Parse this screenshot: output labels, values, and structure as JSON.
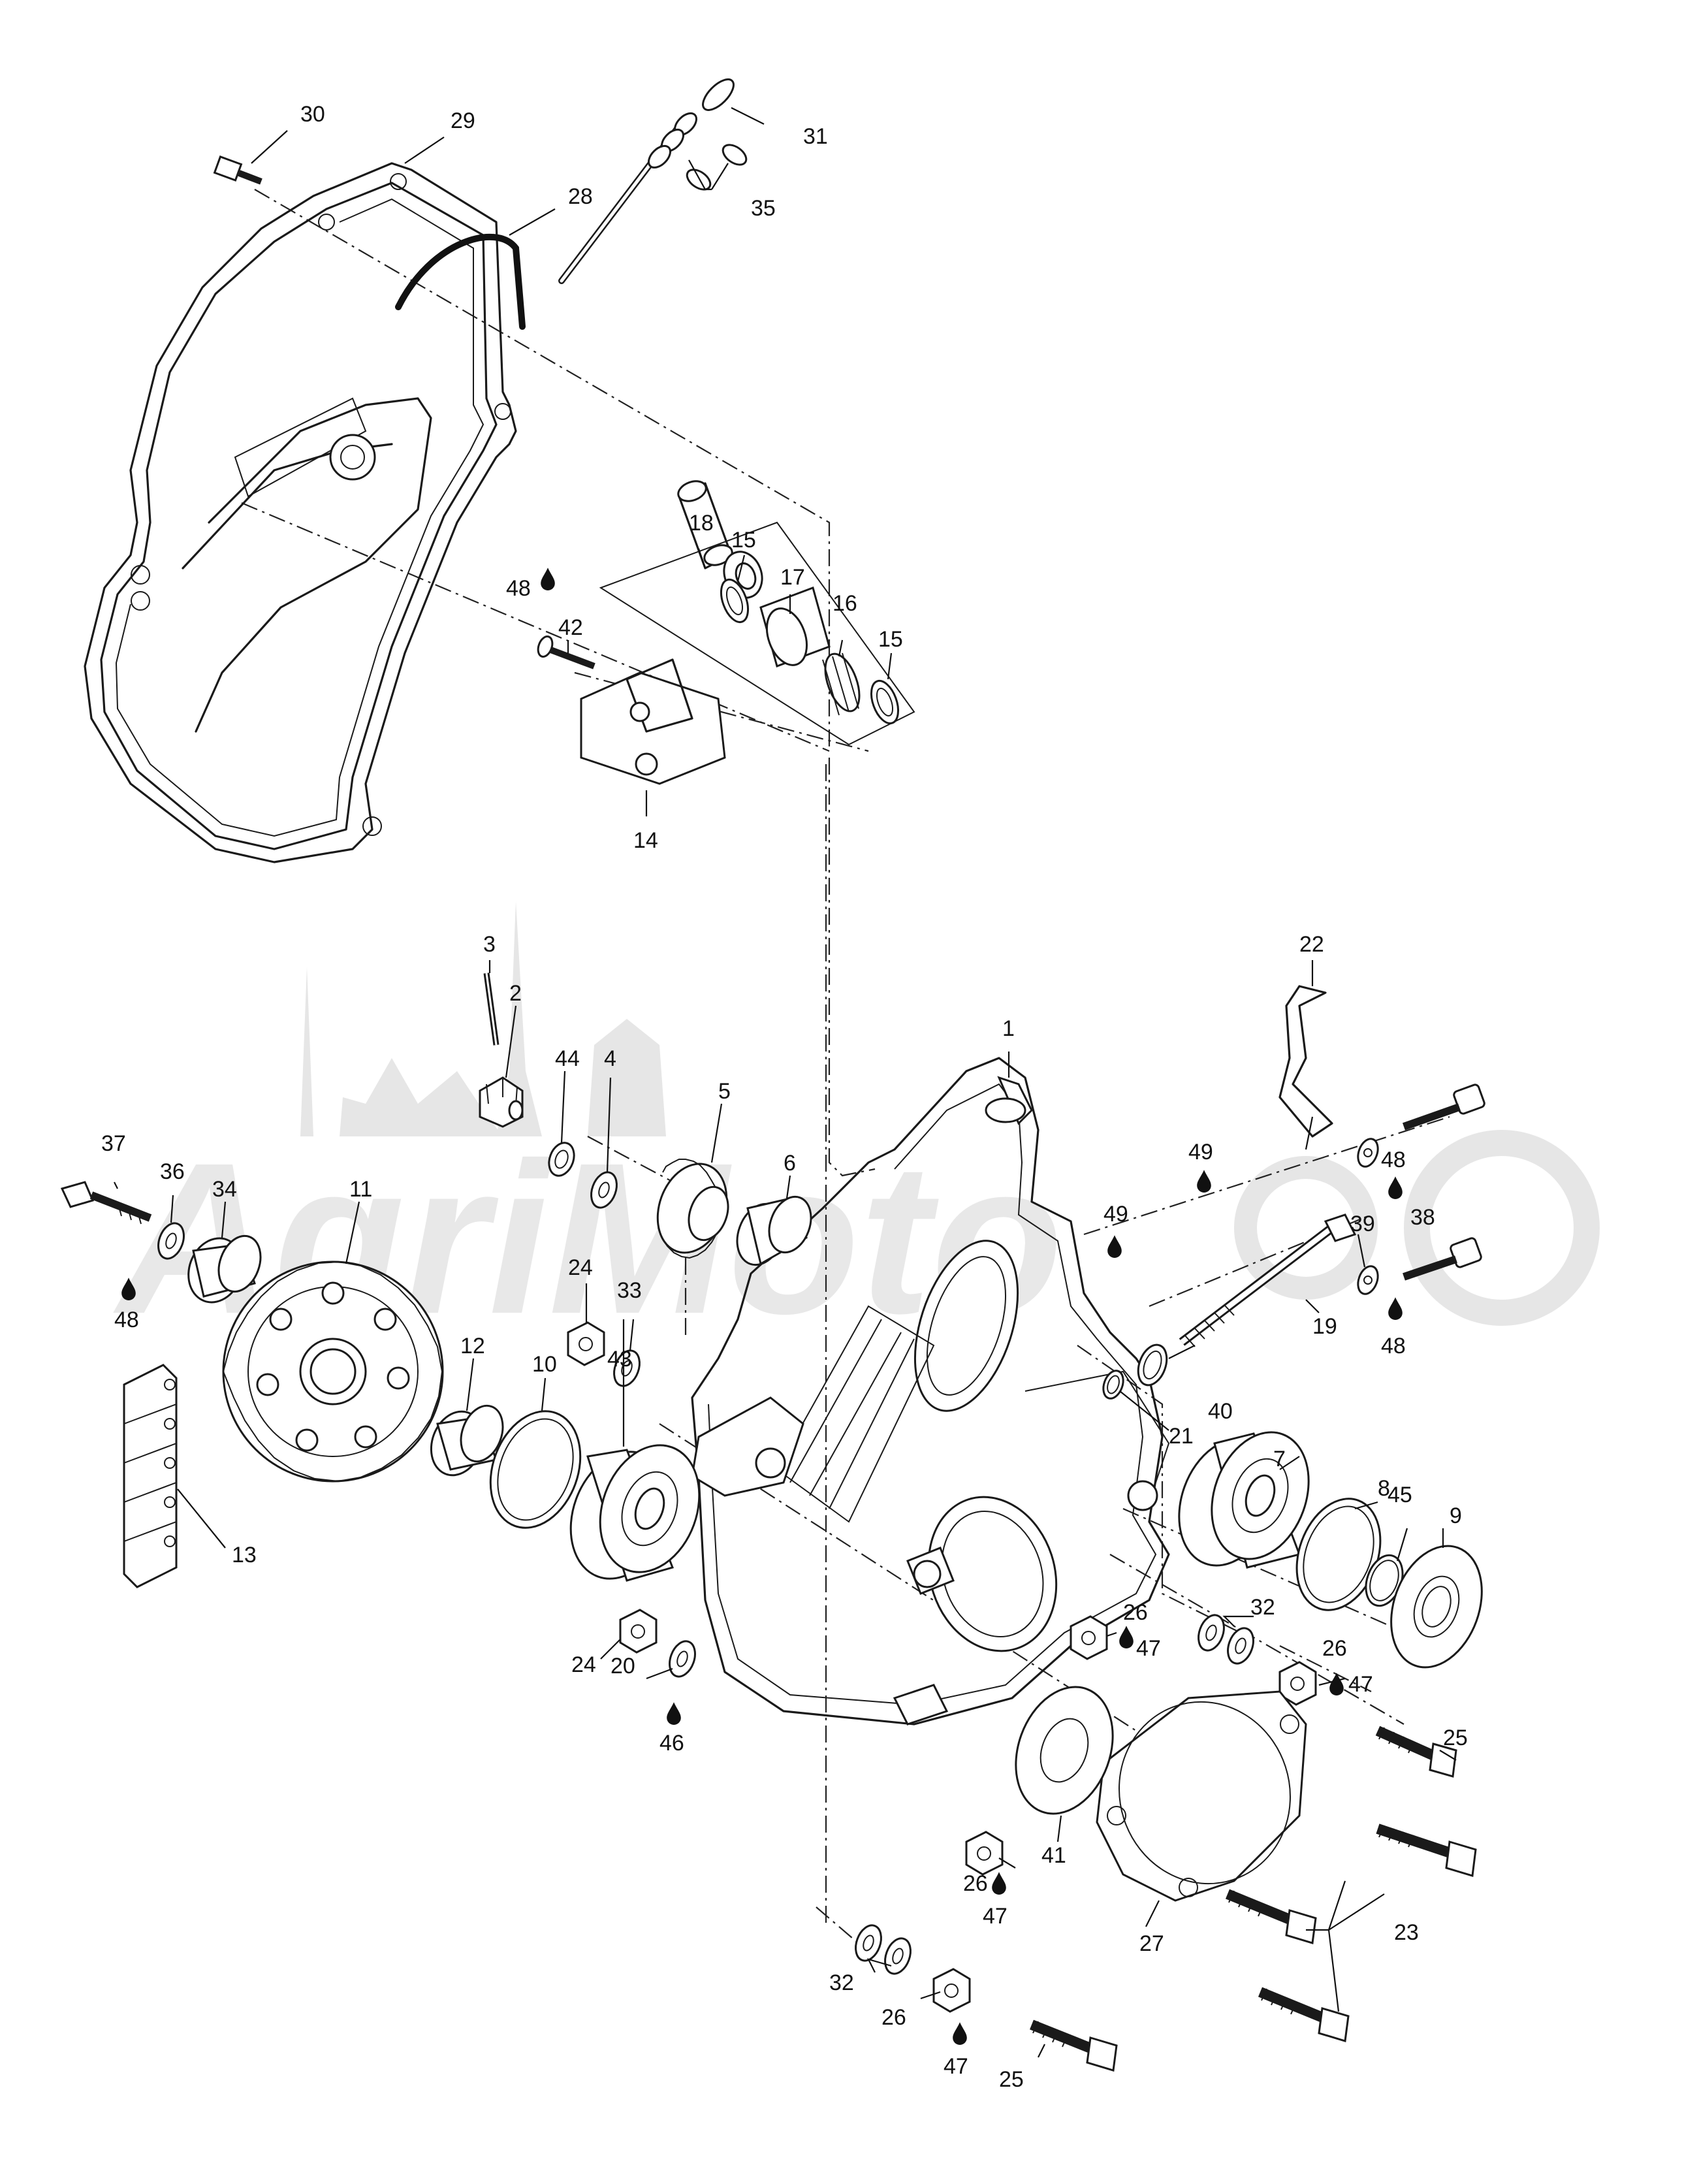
{
  "watermark": {
    "text": "AgriMoto"
  },
  "oil_symbol_icon": "oil-drop-icon",
  "callouts": [
    {
      "id": "c1",
      "text": "1"
    },
    {
      "id": "c2",
      "text": "2"
    },
    {
      "id": "c3",
      "text": "3"
    },
    {
      "id": "c4",
      "text": "4"
    },
    {
      "id": "c5",
      "text": "5"
    },
    {
      "id": "c6",
      "text": "6"
    },
    {
      "id": "c7",
      "text": "7"
    },
    {
      "id": "c8",
      "text": "8"
    },
    {
      "id": "c9",
      "text": "9"
    },
    {
      "id": "c10",
      "text": "10"
    },
    {
      "id": "c11",
      "text": "11"
    },
    {
      "id": "c12",
      "text": "12"
    },
    {
      "id": "c13",
      "text": "13"
    },
    {
      "id": "c14",
      "text": "14"
    },
    {
      "id": "c15a",
      "text": "15"
    },
    {
      "id": "c15b",
      "text": "15"
    },
    {
      "id": "c16",
      "text": "16"
    },
    {
      "id": "c17",
      "text": "17"
    },
    {
      "id": "c18",
      "text": "18"
    },
    {
      "id": "c19",
      "text": "19"
    },
    {
      "id": "c20",
      "text": "20"
    },
    {
      "id": "c21",
      "text": "21"
    },
    {
      "id": "c22",
      "text": "22"
    },
    {
      "id": "c23",
      "text": "23"
    },
    {
      "id": "c24a",
      "text": "24"
    },
    {
      "id": "c24b",
      "text": "24"
    },
    {
      "id": "c25a",
      "text": "25"
    },
    {
      "id": "c25b",
      "text": "25"
    },
    {
      "id": "c26a",
      "text": "26"
    },
    {
      "id": "c26b",
      "text": "26"
    },
    {
      "id": "c26c",
      "text": "26"
    },
    {
      "id": "c26d",
      "text": "26"
    },
    {
      "id": "c27",
      "text": "27"
    },
    {
      "id": "c28",
      "text": "28"
    },
    {
      "id": "c29",
      "text": "29"
    },
    {
      "id": "c30",
      "text": "30"
    },
    {
      "id": "c31",
      "text": "31"
    },
    {
      "id": "c32a",
      "text": "32"
    },
    {
      "id": "c32b",
      "text": "32"
    },
    {
      "id": "c33",
      "text": "33"
    },
    {
      "id": "c34",
      "text": "34"
    },
    {
      "id": "c35",
      "text": "35"
    },
    {
      "id": "c36",
      "text": "36"
    },
    {
      "id": "c37",
      "text": "37"
    },
    {
      "id": "c38",
      "text": "38"
    },
    {
      "id": "c39",
      "text": "39"
    },
    {
      "id": "c40",
      "text": "40"
    },
    {
      "id": "c41",
      "text": "41"
    },
    {
      "id": "c42",
      "text": "42"
    },
    {
      "id": "c43",
      "text": "43"
    },
    {
      "id": "c44",
      "text": "44"
    },
    {
      "id": "c45",
      "text": "45"
    },
    {
      "id": "c46",
      "text": "46"
    },
    {
      "id": "c47a",
      "text": "47"
    },
    {
      "id": "c47b",
      "text": "47"
    },
    {
      "id": "c47c",
      "text": "47"
    },
    {
      "id": "c47d",
      "text": "47"
    },
    {
      "id": "c48a",
      "text": "48"
    },
    {
      "id": "c48b",
      "text": "48"
    },
    {
      "id": "c48c",
      "text": "48"
    },
    {
      "id": "c48d",
      "text": "48"
    },
    {
      "id": "c49a",
      "text": "49"
    },
    {
      "id": "c49b",
      "text": "49"
    }
  ]
}
